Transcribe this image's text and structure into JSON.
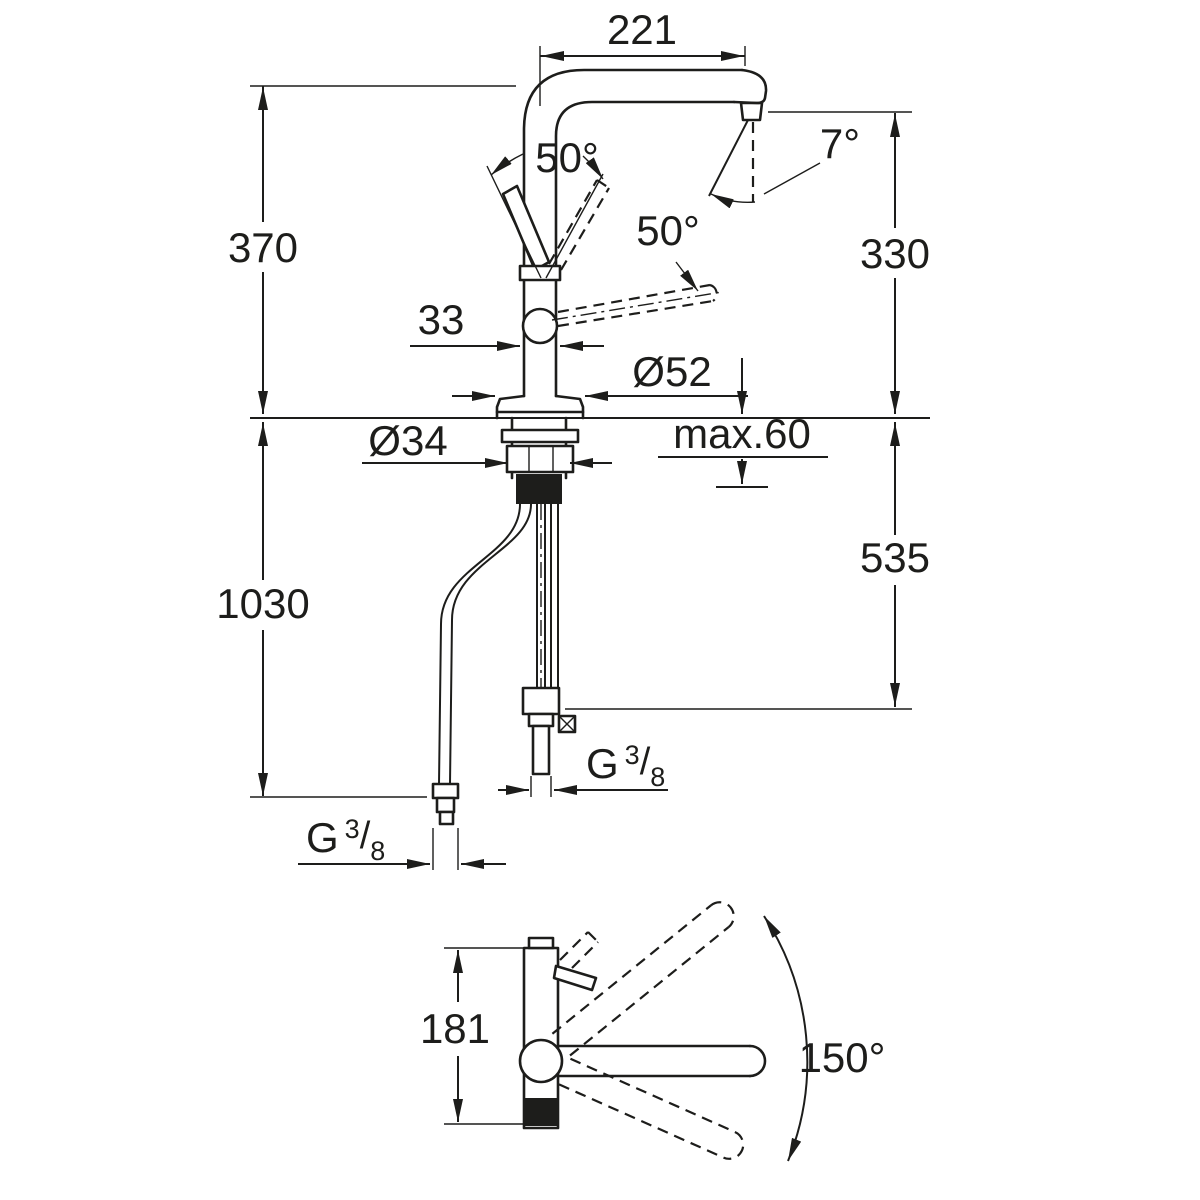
{
  "drawing": {
    "type": "technical-dimension-drawing",
    "subject": "kitchen-faucet",
    "background_color": "#ffffff",
    "line_color": "#1d1d1b",
    "labels": {
      "spout_reach": "221",
      "total_height": "370",
      "lever_angle_left": "50°",
      "lever_angle_right": "50°",
      "spout_incline": "7°",
      "outlet_height": "330",
      "lever_width": "33",
      "base_diameter": "Ø52",
      "hole_diameter": "Ø34",
      "counter_thickness": "max.60",
      "hose_length": "1030",
      "under_counter_depth": "535",
      "thread_right": {
        "prefix": "G",
        "numerator": "3",
        "slash": "/",
        "denominator": "8"
      },
      "thread_left": {
        "prefix": "G",
        "numerator": "3",
        "slash": "/",
        "denominator": "8"
      },
      "swivel_body_height": "181",
      "swivel_angle": "150°"
    }
  }
}
